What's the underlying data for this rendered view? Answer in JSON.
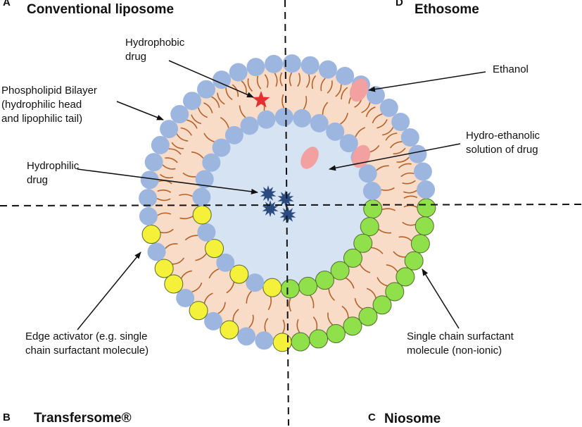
{
  "quadrants": {
    "a": {
      "letter": "A",
      "title": "Conventional liposome"
    },
    "b": {
      "letter": "B",
      "title": "Transfersome®"
    },
    "c": {
      "letter": "C",
      "title": "Niosome"
    },
    "d": {
      "letter": "D",
      "title": "Ethosome"
    }
  },
  "labels": {
    "hydrophobic_drug": "Hydrophobic\ndrug",
    "phospholipid_bilayer": "Phospholipid Bilayer\n(hydrophilic head\nand lipophilic tail)",
    "hydrophilic_drug": "Hydrophilic\ndrug",
    "ethanol": "Ethanol",
    "hydro_ethanolic": "Hydro-ethanolic\nsolution of drug",
    "edge_activator": "Edge activator (e.g. single\nchain surfactant molecule)",
    "single_chain_surfactant": "Single chain surfactant\nmolecule (non-ionic)"
  },
  "colors": {
    "phospholipid_head": "#9db6e0",
    "bilayer_fill": "#f8dcc8",
    "core_fill": "#d6e3f3",
    "lipid_tail": "#b5622a",
    "edge_activator_head": "#f5f03a",
    "surfactant_head": "#8fe04a",
    "ethanol": "#f2a0a0",
    "hydrophobic_drug": "#e53030",
    "hydrophilic_drug": "#2b4b80"
  }
}
